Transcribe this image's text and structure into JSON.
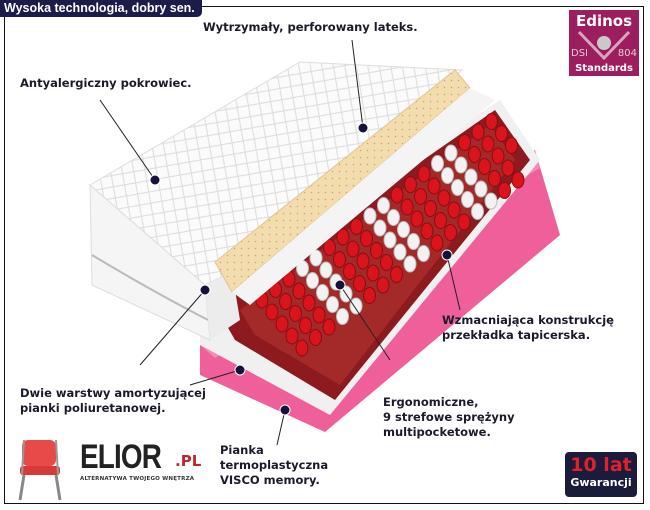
{
  "header": {
    "title": "Wysoka technologia, dobry sen."
  },
  "annotations": {
    "latex": "Wytrzymały, perforowany lateks.",
    "cover": "Antyalergiczny pokrowiec.",
    "reinforcement": "Wzmacniająca konstrukcję\nprzekładka tapicerska.",
    "foam_layers": "Dwie warstwy amortyzującej\npianki poliuretanowej.",
    "springs": "Ergonomiczne,\n9 strefowe sprężyny\nmultipocketowe.",
    "visco": "Pianka\ntermoplastyczna\nVISCO memory."
  },
  "certificate": {
    "brand": "Edinos",
    "left": "DSI",
    "right": "804",
    "bottom": "Standards",
    "color": "#9c1e5e"
  },
  "logo": {
    "name": "ELIOR",
    "suffix": ".PL",
    "tagline": "ALTERNATYWA TWOJEGO WNĘTRZA"
  },
  "warranty": {
    "years": "10 lat",
    "label": "Gwarancji"
  }
}
